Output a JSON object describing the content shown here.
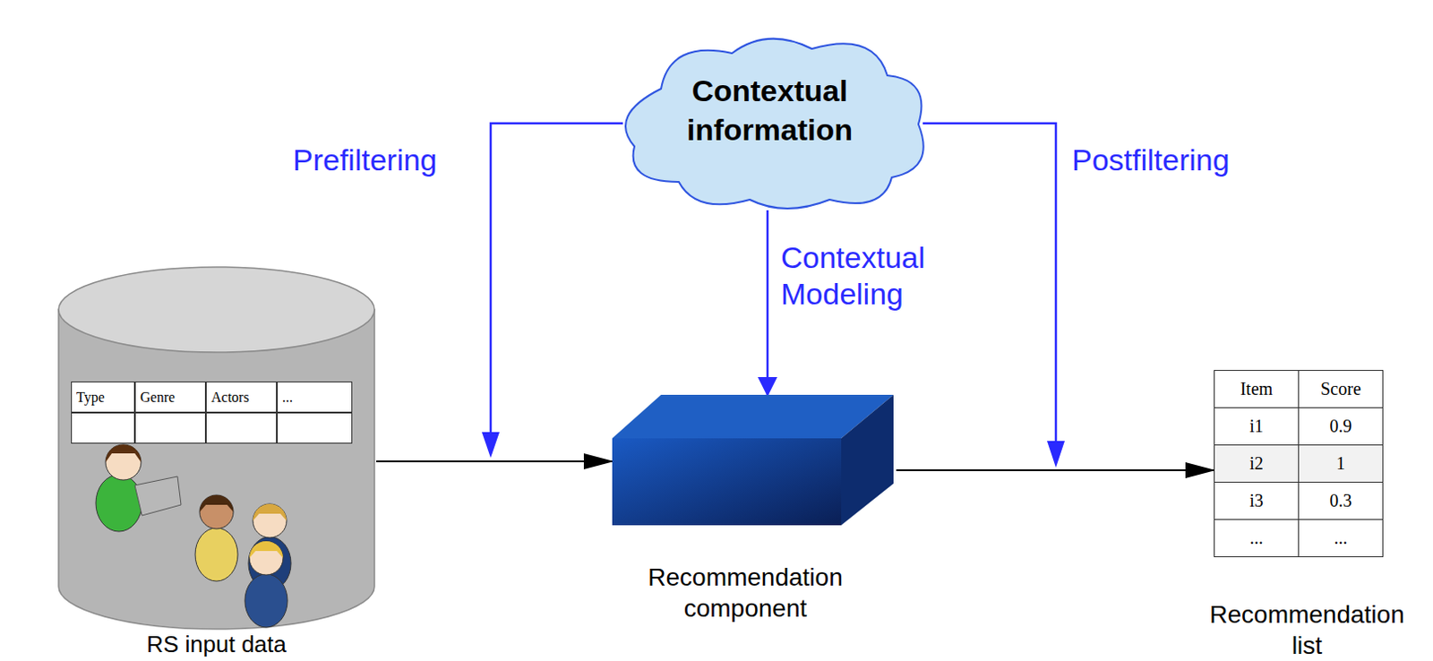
{
  "diagram": {
    "nodes": [
      {
        "text": [
          "Contextual information"
        ]
      },
      {
        "text": [
          "RS input data"
        ]
      },
      {
        "text": [
          "Recommendation component"
        ]
      },
      {
        "text": [
          "Recommendation list"
        ]
      }
    ],
    "edges": [
      {
        "from": 0,
        "to": 2,
        "label": "Contextual Modeling",
        "arrow": "to"
      },
      {
        "from": 1,
        "to": 2,
        "arrow": "to"
      },
      {
        "from": 2,
        "to": 3,
        "arrow": "to"
      }
    ],
    "labels": [
      "Prefiltering",
      "Postfiltering",
      "Type",
      "Genre",
      "Actors",
      "...",
      "Item",
      "Score",
      "i1",
      "0.9",
      "i2",
      "1",
      "i3",
      "0.3",
      "...",
      "..."
    ]
  }
}
